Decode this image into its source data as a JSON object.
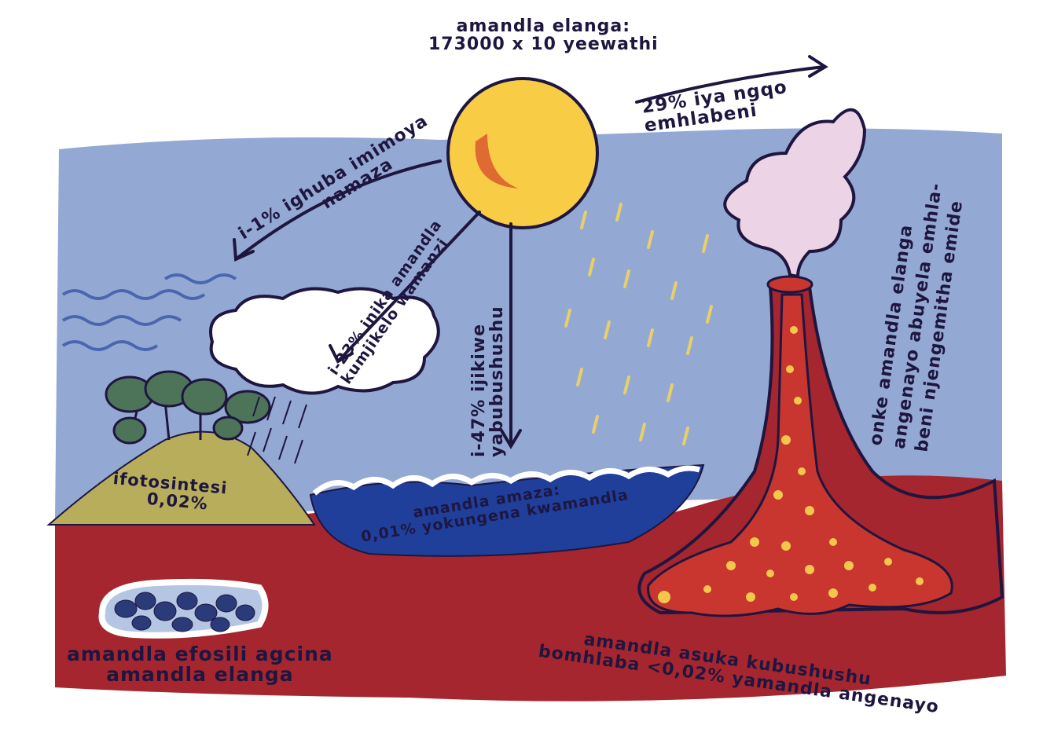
{
  "sun_label": {
    "line1": "amandla elanga:",
    "line2": "173000 x 10 yeewathi"
  },
  "reflected_label": {
    "line1": "29% iya ngqo",
    "line2": "emhlabeni"
  },
  "evaporation_label": {
    "line1": "i-1% ighuba imimoya",
    "line2": "namaza"
  },
  "absorbed_label": {
    "line1": "i-23% inika amandla",
    "line2": "kumjikelo wamanzi"
  },
  "heat_label": {
    "line1": "i-47% ijikiwe",
    "line2": "yabubushushu"
  },
  "volcano_label": {
    "line1": "onke amandla elanga",
    "line2": "angenayo abuyela emhla-",
    "line3": "beni njengemitha emide"
  },
  "photosynthesis_label": {
    "line1": "ifotosintesi",
    "line2": "0,02%"
  },
  "ocean_label": {
    "line1": "amandla amaza:",
    "line2": "0,01% yokungena kwamandla"
  },
  "fossil_label": {
    "line1": "amandla efosili agcina",
    "line2": "amandla elanga"
  },
  "geothermal_label": {
    "line1": "amandla asuka kubushushu",
    "line2": "bomhlaba <0,02% yamandla angenayo"
  },
  "colors": {
    "sky": "#93a9d3",
    "earth": "#a5262e",
    "sun": "#f8cd45",
    "ocean": "#1f3f9b",
    "hill": "#b7ad5b",
    "ink": "#1f1640"
  }
}
